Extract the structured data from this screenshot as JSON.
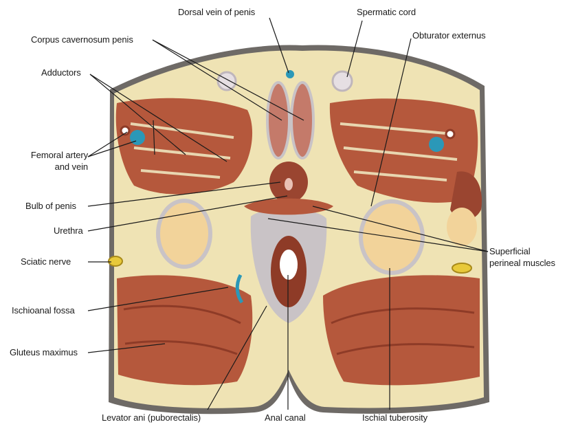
{
  "labels": {
    "dorsal_vein": "Dorsal vein of penis",
    "spermatic_cord": "Spermatic cord",
    "corpus_cavernosum": "Corpus cavernosum penis",
    "obturator_externus": "Obturator externus",
    "adductors": "Adductors",
    "femoral_line1": "Femoral artery",
    "femoral_line2": "and vein",
    "bulb_of_penis": "Bulb of penis",
    "urethra": "Urethra",
    "superficial_line1": "Superficial",
    "superficial_line2": "perineal muscles",
    "sciatic_nerve": "Sciatic nerve",
    "ischioanal_fossa": "Ischioanal fossa",
    "gluteus_maximus": "Gluteus maximus",
    "levator_ani": "Levator ani (puborectalis)",
    "anal_canal": "Anal canal",
    "ischial_tuberosity": "Ischial tuberosity"
  },
  "colors": {
    "skin": "#6e6a66",
    "fat": "#efe3b4",
    "muscle": "#b5583c",
    "muscle_dark": "#8e3b27",
    "fascia": "#c9c3c6",
    "vessel": "#2b98b8",
    "bone": "#f2d39a",
    "leader": "#1a1a1a"
  }
}
